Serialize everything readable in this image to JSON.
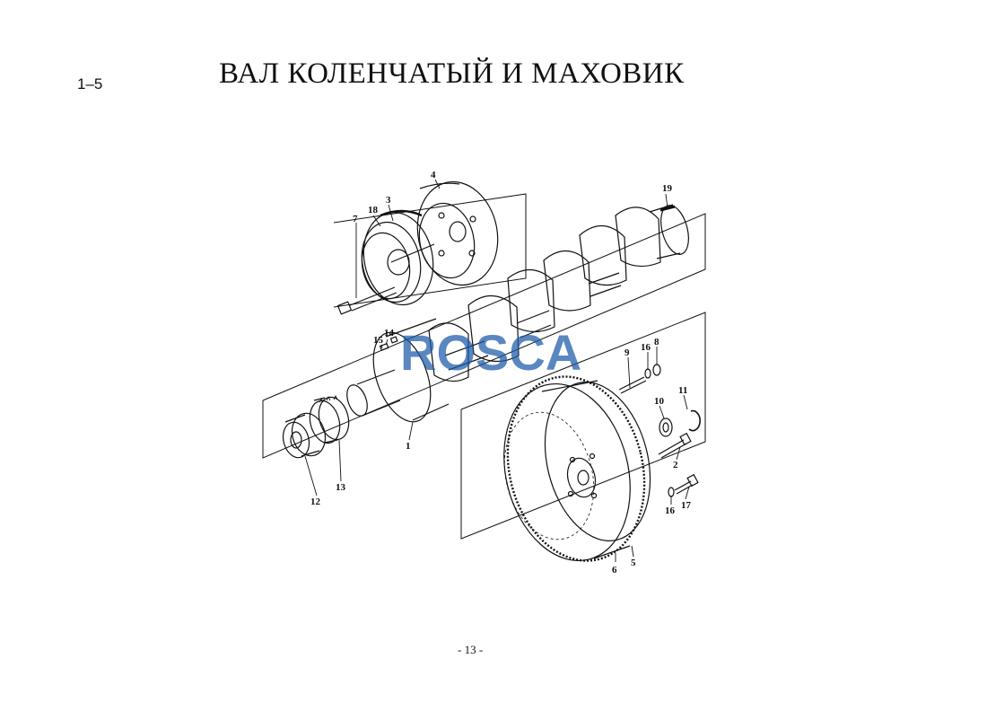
{
  "header": {
    "section_number": "1–5",
    "title": "ВАЛ  КОЛЕНЧАТЫЙ  И МАХОВИК"
  },
  "footer": {
    "page_number": "- 13 -"
  },
  "watermark": {
    "text": "ROSCA",
    "color": "#1c5aa8"
  },
  "callouts": {
    "c1": "1",
    "c2": "2",
    "c3": "3",
    "c4": "4",
    "c5": "5",
    "c6": "6",
    "c7": "7",
    "c8": "8",
    "c9": "9",
    "c10": "10",
    "c11": "11",
    "c12": "12",
    "c13": "13",
    "c14": "14",
    "c15": "15",
    "c16a": "16",
    "c16b": "16",
    "c17": "17",
    "c18": "18",
    "c19": "19"
  }
}
